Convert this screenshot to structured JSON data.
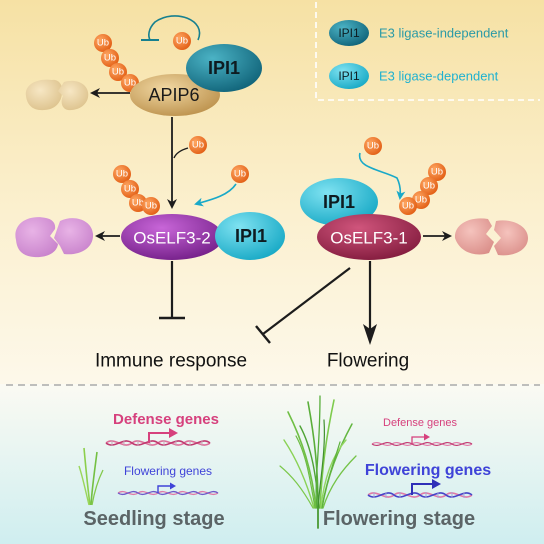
{
  "legend": {
    "items": [
      {
        "protein": "IPI1",
        "text": "E3 ligase-independent",
        "color": "#1b7d90",
        "text_color": "#2a9aa6"
      },
      {
        "protein": "IPI1",
        "text": "E3 ligase-dependent",
        "color": "#22b6cf",
        "text_color": "#1fb1d0"
      }
    ]
  },
  "ubiquitin": {
    "label": "Ub",
    "color": "#ef6c1e"
  },
  "proteins": {
    "apip6": "APIP6",
    "ipi1": "IPI1",
    "oself3_2": "OsELF3-2",
    "oself3_1": "OsELF3-1"
  },
  "outcomes": {
    "immune": "Immune response",
    "flowering": "Flowering"
  },
  "panels": {
    "left": {
      "defense_label": "Defense genes",
      "flowering_label": "Flowering genes",
      "stage": "Seedling stage"
    },
    "right": {
      "defense_label": "Defense genes",
      "flowering_label": "Flowering genes",
      "stage": "Flowering stage"
    }
  },
  "colors": {
    "defense": "#d6417d",
    "flowering": "#3f43d8",
    "stage": "#5b6466",
    "apip6": "#c7a05b",
    "oself3_2": "#8a2a9c",
    "oself3_1": "#a3244c",
    "ipi1_dark": "#16798f",
    "ipi1_light": "#1ab3ce"
  }
}
